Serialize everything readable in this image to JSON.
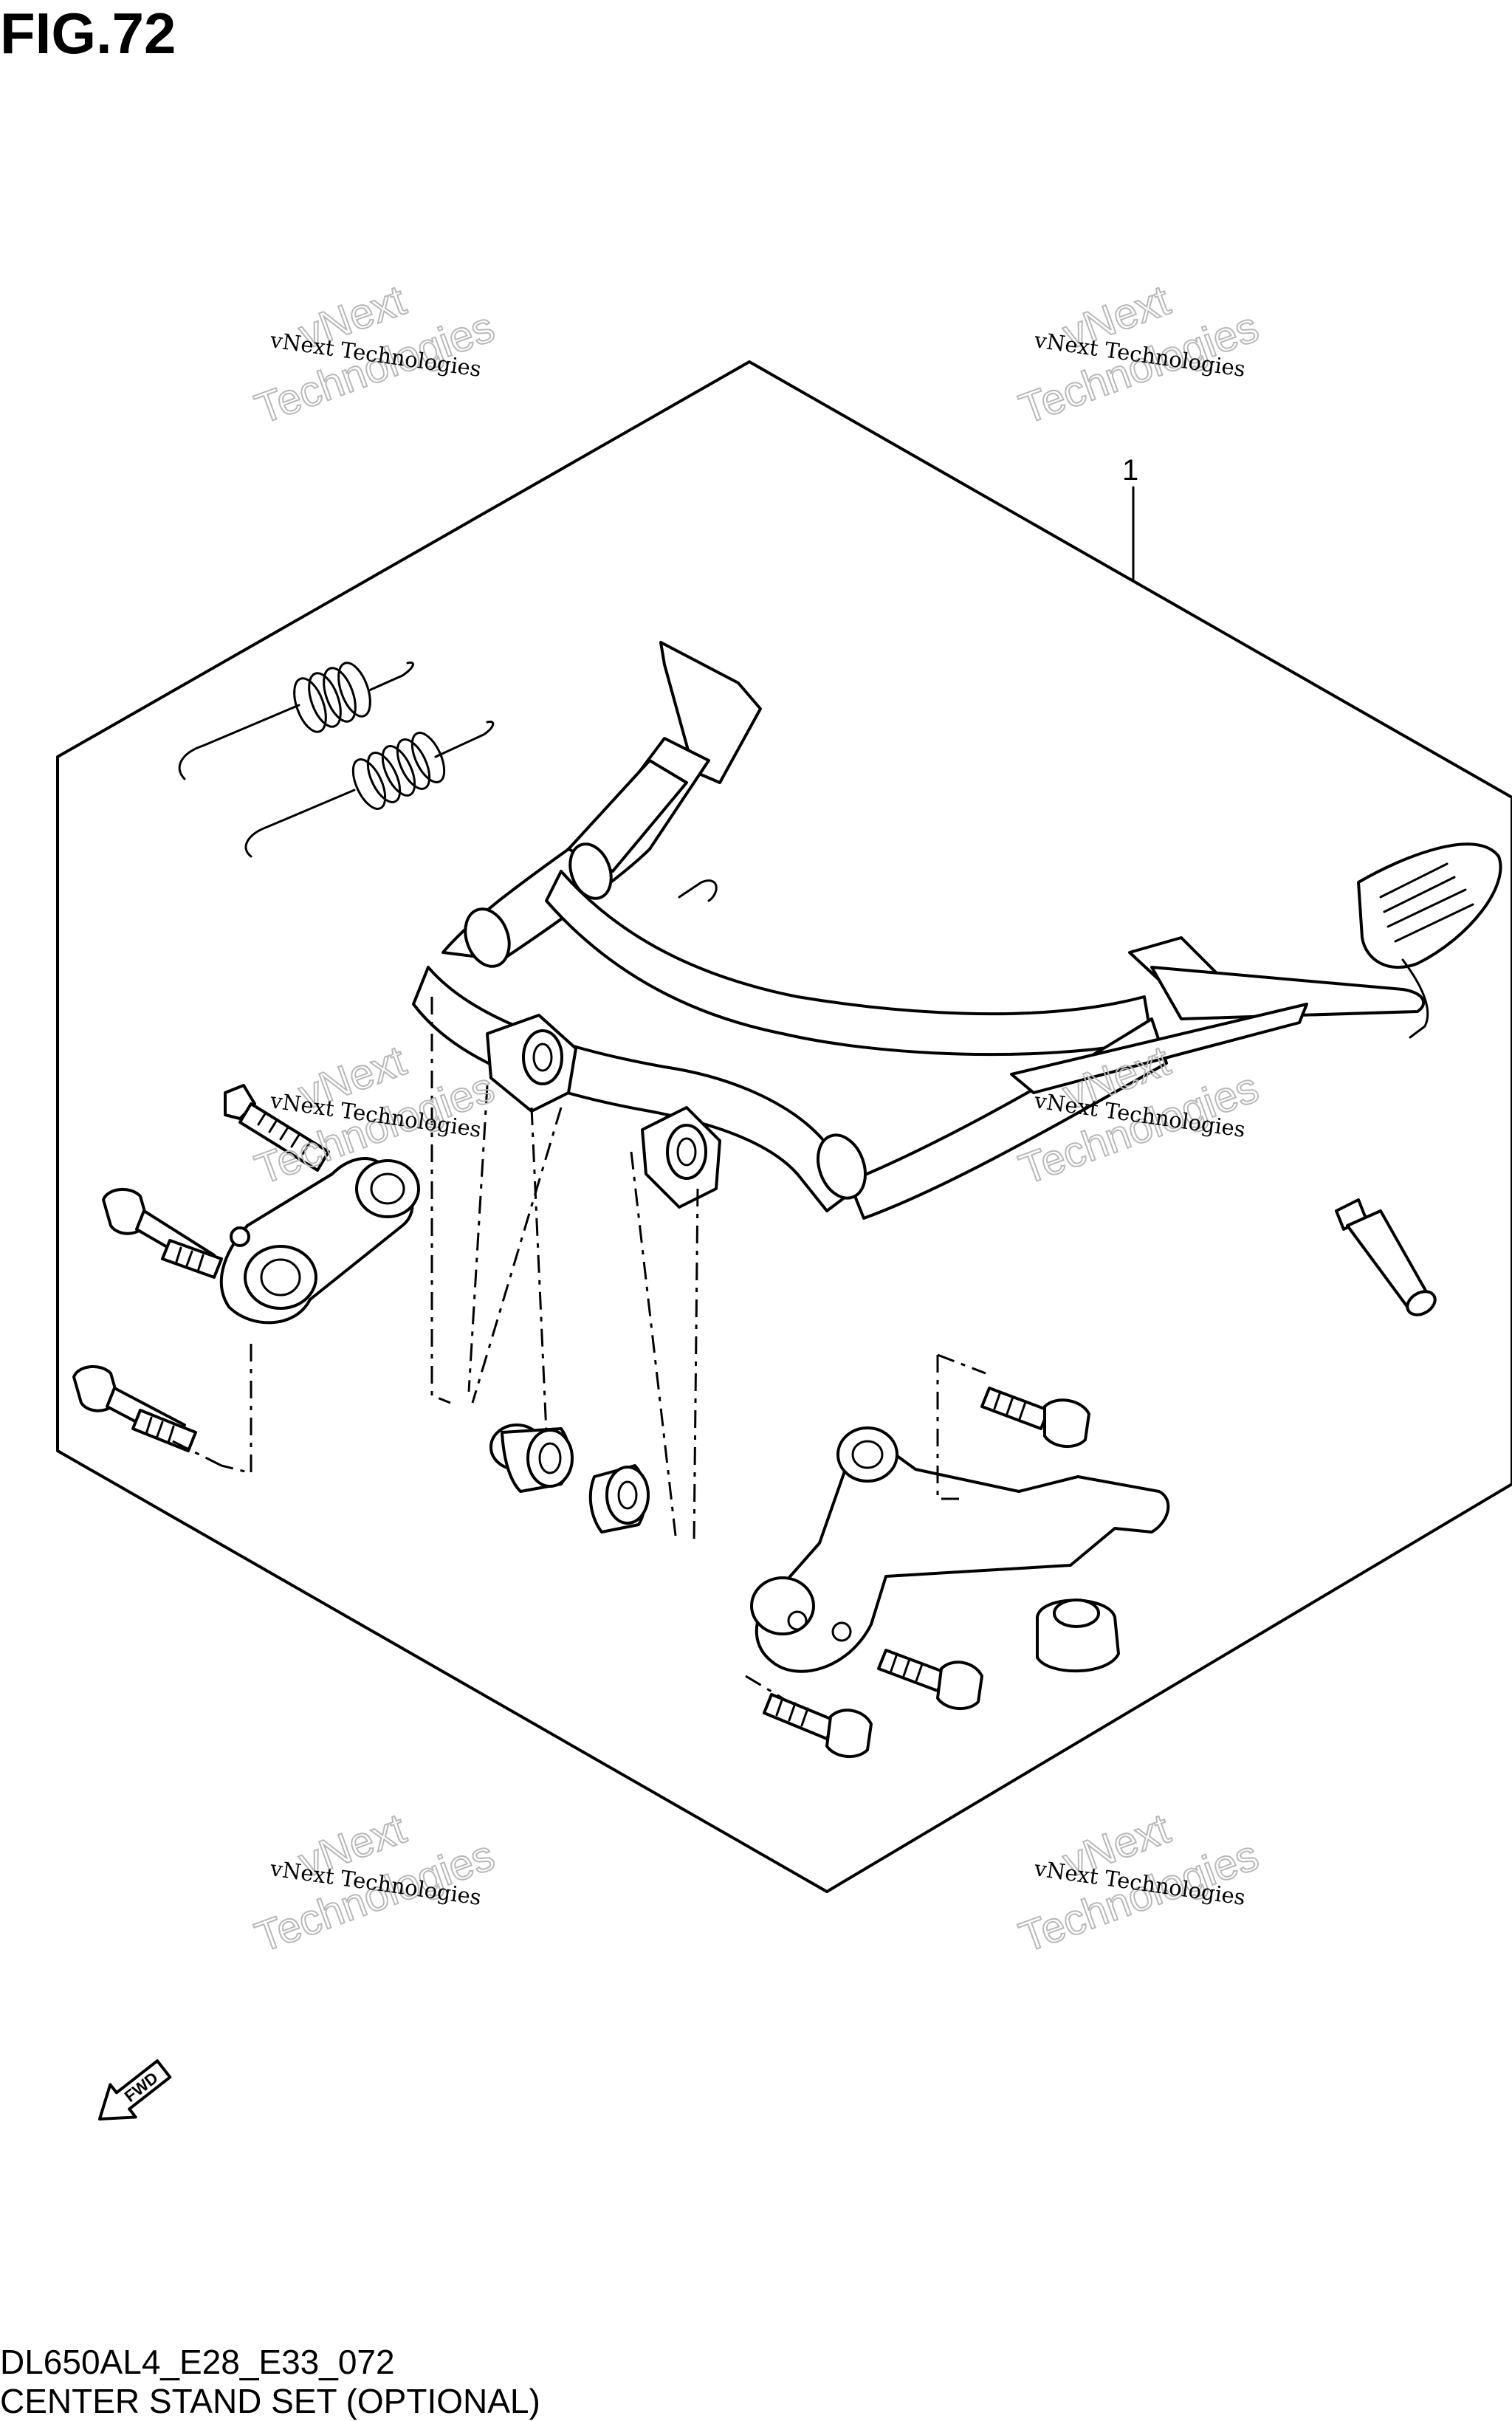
{
  "figure": {
    "title": "FIG.72",
    "callout_number": "1",
    "model_code": "DL650AL4_E28_E33_072",
    "caption": "CENTER STAND SET (OPTIONAL)",
    "direction_badge": "FWD"
  },
  "watermark": {
    "line1": "vNext Technologies",
    "line2_a": "vNext",
    "line2_b": "Technologies"
  }
}
